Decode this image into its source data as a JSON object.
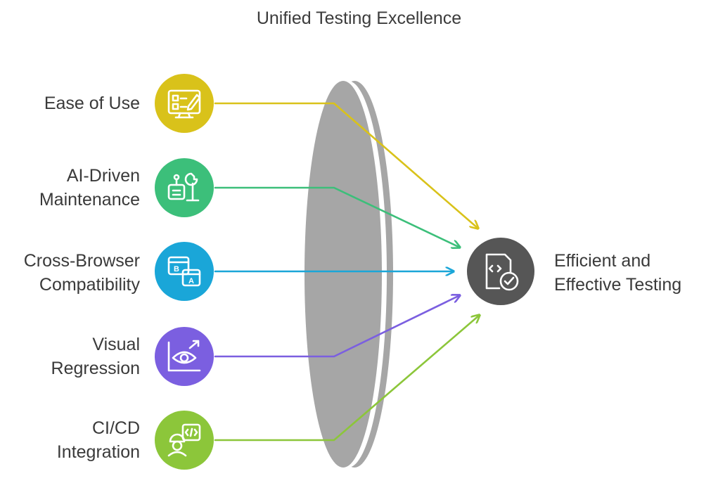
{
  "title": "Unified Testing Excellence",
  "inputs": [
    {
      "lines": [
        "Ease of Use"
      ],
      "color": "#d9c21a",
      "icon": "monitor-checklist-edit-icon"
    },
    {
      "lines": [
        "AI-Driven",
        "Maintenance"
      ],
      "color": "#3cbf7a",
      "icon": "robot-wrench-icon"
    },
    {
      "lines": [
        "Cross-Browser",
        "Compatibility"
      ],
      "color": "#1aa6d8",
      "icon": "browser-windows-icon"
    },
    {
      "lines": [
        "Visual",
        "Regression"
      ],
      "color": "#7b5fe0",
      "icon": "eye-chart-icon"
    },
    {
      "lines": [
        "CI/CD",
        "Integration"
      ],
      "color": "#8cc63a",
      "icon": "engineer-code-icon"
    }
  ],
  "output": {
    "lines": [
      "Efficient and",
      "Effective Testing"
    ],
    "color": "#565656",
    "icon": "code-file-check-icon"
  },
  "lens_color": "#a6a6a6"
}
